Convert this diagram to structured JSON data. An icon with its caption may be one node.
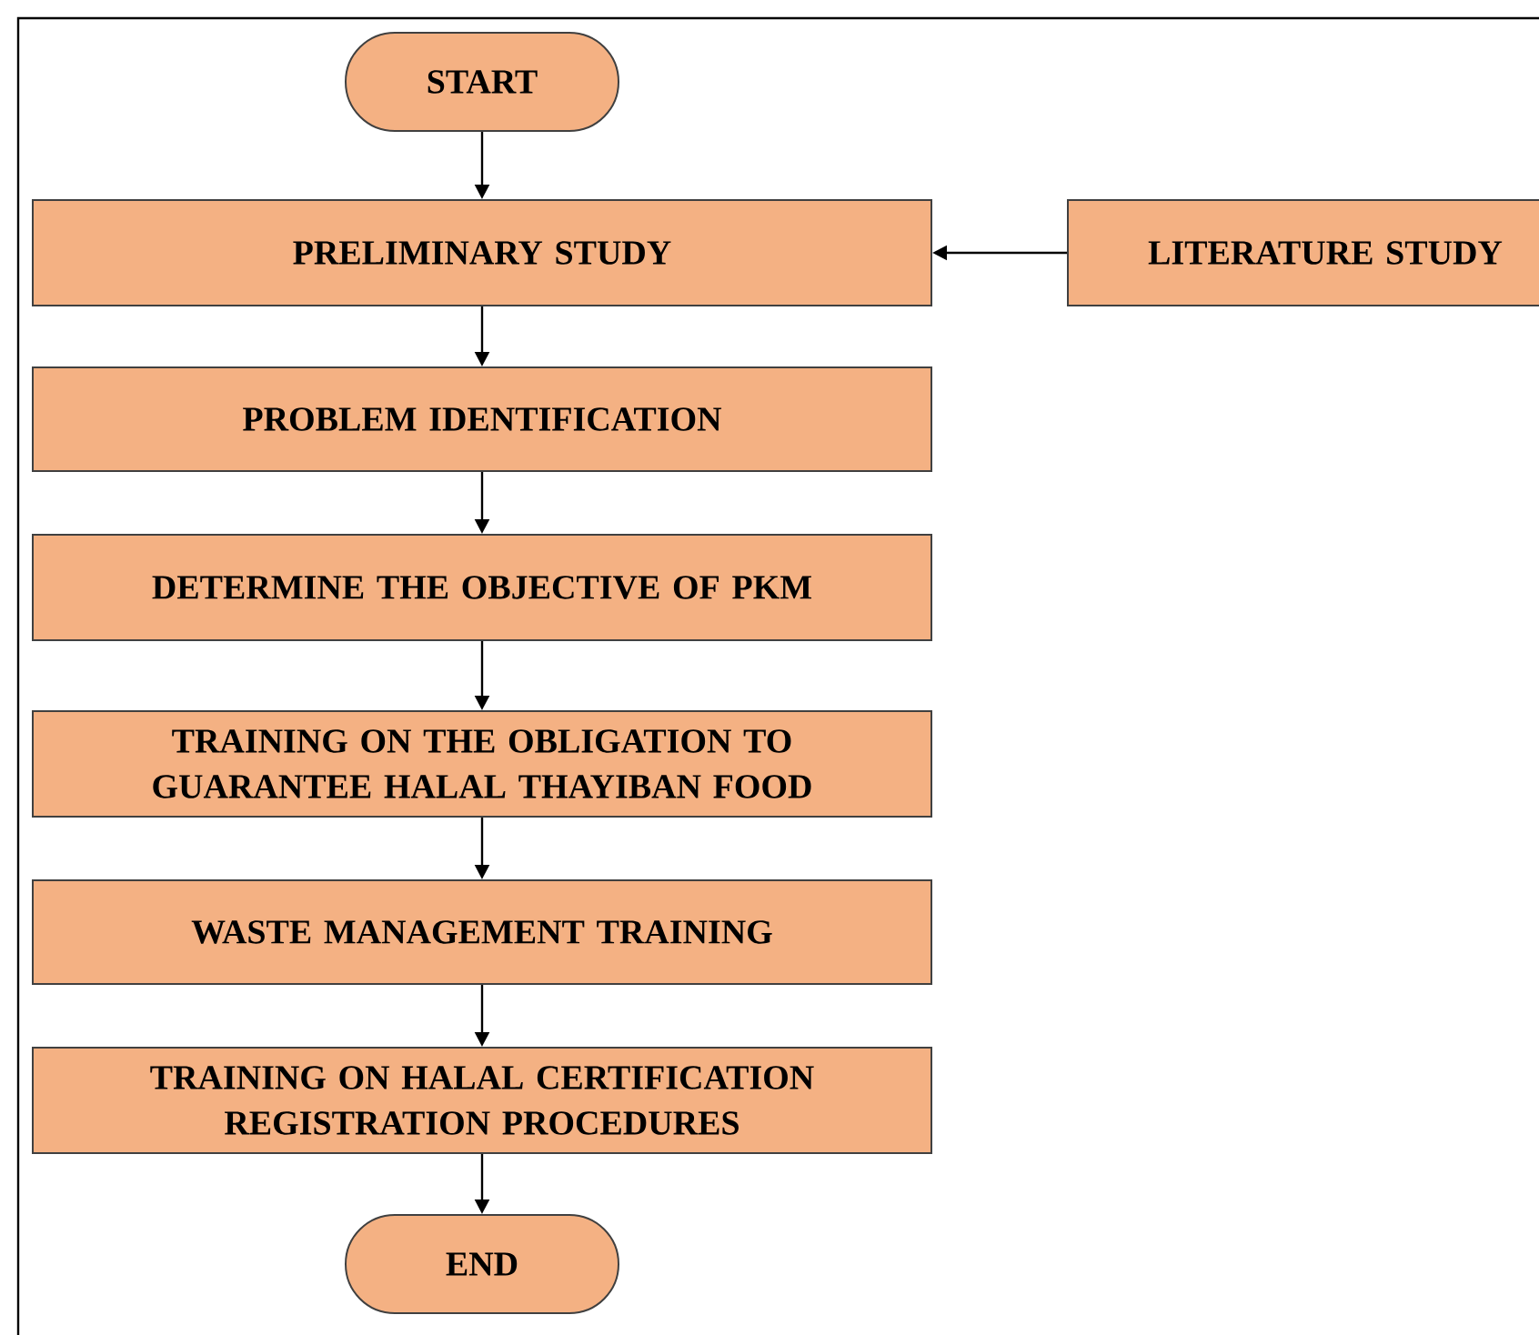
{
  "diagram": {
    "nodes": [
      {
        "text": [
          "START"
        ]
      },
      {
        "text": [
          "PRELIMINARY STUDY"
        ]
      },
      {
        "text": [
          "LITERATURE STUDY"
        ]
      },
      {
        "text": [
          "PROBLEM IDENTIFICATION"
        ]
      },
      {
        "text": [
          "DETERMINE THE OBJECTIVE OF PKM"
        ]
      },
      {
        "text": [
          "TRAINING ON THE OBLIGATION TO GUARANTEE HALAL THAYIBAN FOOD"
        ]
      },
      {
        "text": [
          "WASTE MANAGEMENT TRAINING"
        ]
      },
      {
        "text": [
          "TRAINING ON HALAL CERTIFICATION REGISTRATION PROCEDURES"
        ]
      },
      {
        "text": [
          "END"
        ]
      }
    ],
    "edges": [
      {
        "from": 0,
        "to": 1,
        "arrow": "to"
      },
      {
        "from": 2,
        "to": 1,
        "arrow": "to"
      },
      {
        "from": 1,
        "to": 3,
        "arrow": "to"
      },
      {
        "from": 3,
        "to": 4,
        "arrow": "to"
      },
      {
        "from": 4,
        "to": 5,
        "arrow": "to"
      },
      {
        "from": 5,
        "to": 6,
        "arrow": "to"
      },
      {
        "from": 6,
        "to": 7,
        "arrow": "to"
      },
      {
        "from": 7,
        "to": 8,
        "arrow": "to"
      }
    ]
  }
}
